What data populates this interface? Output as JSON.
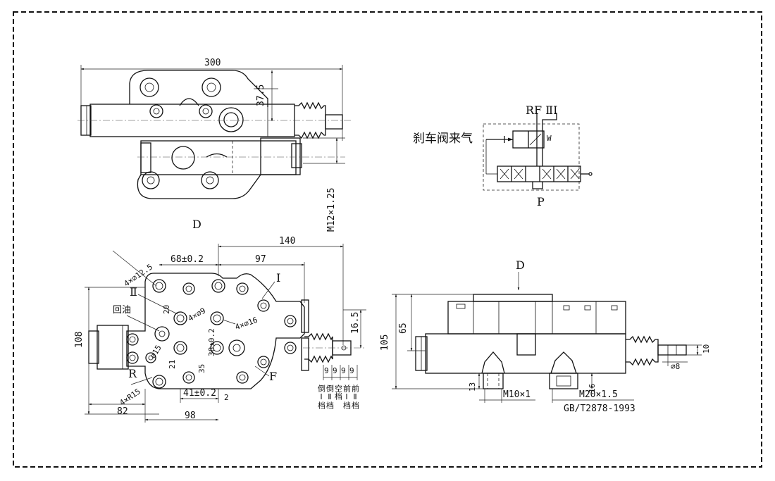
{
  "view_label": "D",
  "section_label": "D",
  "top_view": {
    "dim_width": "300",
    "dim_offset": "37.5",
    "thread": "M12×1.25"
  },
  "schematic": {
    "brake_air": "刹车阀来气",
    "ports_top": "RF ⅡI",
    "port_p": "P",
    "w_label": "W"
  },
  "front_view": {
    "dim_140": "140",
    "dim_97": "97",
    "dim_68": "68±0.2",
    "holes_12_5": "4×⌀12.5",
    "holes_9": "4×⌀9",
    "holes_16": "4×⌀16",
    "label_II": "Ⅱ",
    "label_I": "I",
    "return_oil": "回油",
    "dim_20": "20",
    "dim_38": "38±0.2",
    "dim_108": "108",
    "dim_15": "⌀15",
    "dim_21": "21",
    "dim_35": "35",
    "label_R": "R",
    "radius": "4×R15",
    "dim_41": "41±0.2",
    "dim_2": "2",
    "dim_82": "82",
    "dim_98": "98",
    "label_F": "F",
    "dim_16_5": "16.5"
  },
  "gears": {
    "spacings": [
      "9",
      "9",
      "9",
      "9"
    ],
    "labels": [
      "倒Ⅰ档",
      "倒Ⅱ档",
      "空档",
      "前Ⅰ档",
      "前Ⅱ档"
    ]
  },
  "side_view": {
    "dim_105": "105",
    "dim_65": "65",
    "dim_13": "13",
    "thread_m10": "M10×1",
    "dim_16": "16",
    "thread_m20": "M20×1.5",
    "standard": "GB/T2878-1993",
    "dim_8": "⌀8",
    "dim_10": "10"
  }
}
